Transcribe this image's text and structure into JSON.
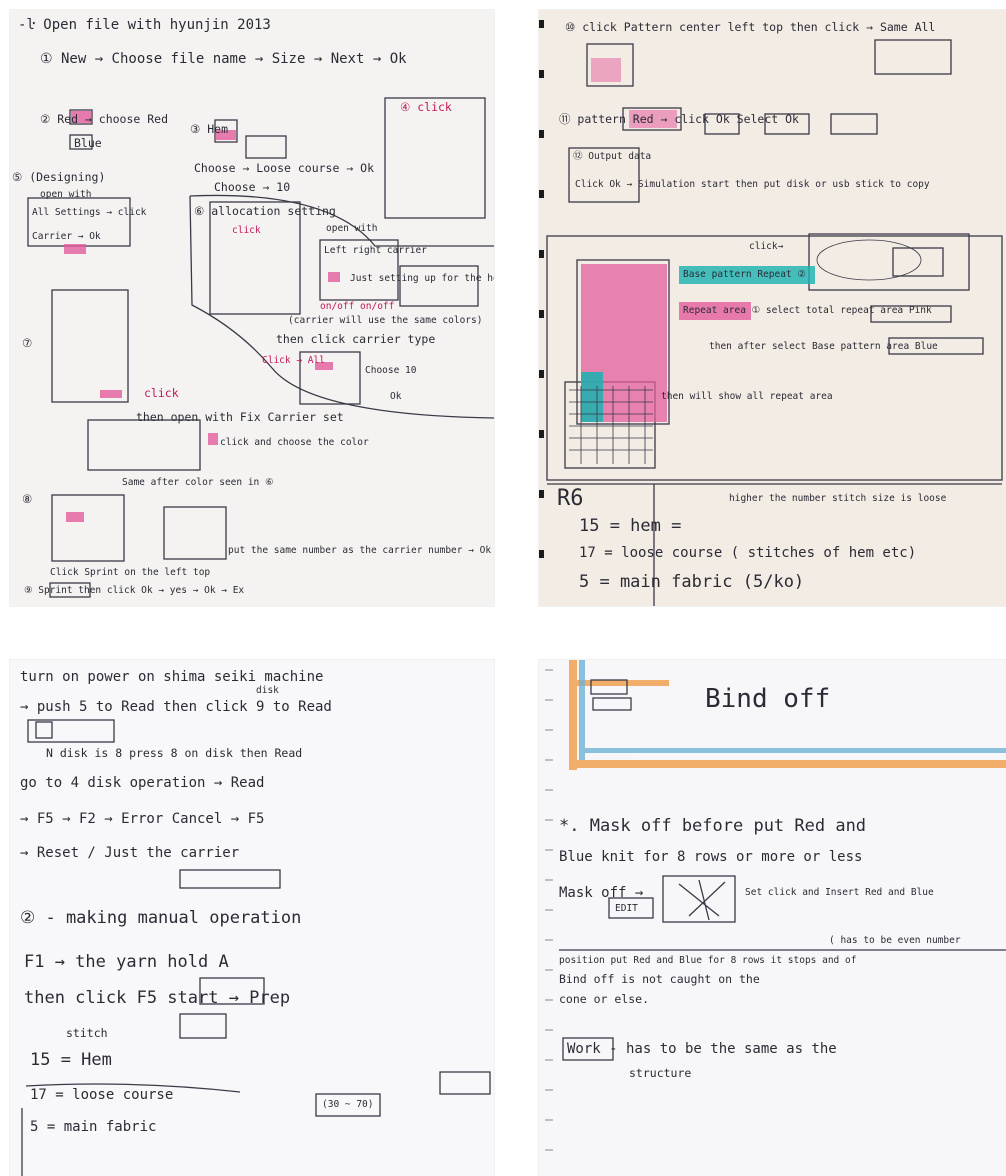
{
  "panels": {
    "top_left": {
      "paper": "#f5f3f1",
      "lines": [
        "-ŀ Open file with hyunjin 2013",
        "① New → Choose file name → Size → Next → Ok",
        "② Red → choose Red",
        "Blue",
        "③ Hem",
        "Choose → Loose course → Ok",
        "Choose → 10",
        "④ click",
        "⑤ (Designing)",
        "open with",
        "All Settings → click",
        "Carrier → Ok",
        "⑥ allocation setting",
        "click",
        "open with",
        "Left   right carrier",
        "Just setting up for the hem",
        "(carrier will use the same colors)",
        "on/off  on/off",
        "then click carrier type",
        "Click → All",
        "Choose 10",
        "Ok",
        "⑦",
        "click",
        "then open with Fix Carrier set",
        "click and choose the color",
        "Same after color seen in ⑥",
        "⑧",
        "put the same number as the carrier number → Ok",
        "Click Sprint on the left top",
        "⑨ Sprint   then click Ok → yes → Ok → Ex"
      ]
    },
    "top_right": {
      "paper": "#f3ece4",
      "lines": [
        "⑩ click Pattern center left top then click → Same All",
        "⑪ pattern Red → click Ok   Select Ok",
        "⑫ Output data",
        "Click Ok → Simulation start then put disk or usb stick to copy",
        "click→",
        "Base pattern Repeat ②",
        "Repeat area ① select total repeat area Pink",
        "then after select Base pattern area Blue",
        "then will show all repeat area",
        "R6",
        "higher the number stitch size is loose",
        "15 = hem =",
        "17 = loose course ( stitches of hem etc)",
        "5 = main fabric (5/ko)"
      ]
    },
    "bottom_left": {
      "paper": "#f8f8fa",
      "lines": [
        "turn on power on shima seiki machine",
        "→ push 5 to Read then click 9 to Read",
        "disk",
        "N disk is 8 press 8 on disk then Read",
        "go to 4 disk operation → Read",
        "→ F5 → F2 → Error Cancel → F5",
        "→ Reset / Just the carrier",
        "② - making manual operation",
        "F1 → the yarn hold A",
        "then click F5 start → Prep",
        "stitch",
        "15 = Hem",
        "17 = loose course",
        "5 = main fabric",
        "(30 ~ 70)"
      ]
    },
    "bottom_right": {
      "paper": "#f7f7f9",
      "lines": [
        "Bind off",
        "*. Mask off before put Red and",
        "Blue knit for 8 rows or more or less",
        "Mask off →",
        "EDIT",
        "Set click and Insert Red and Blue",
        "( has to be even number",
        "position put Red and Blue for 8 rows it stops and of",
        "Bind off  is not caught on the",
        "cone or else.",
        "Work - has to be the same as the",
        "structure"
      ]
    }
  },
  "colors": {
    "ink": "#2b2b36",
    "pink_marker": "#e35d9c",
    "teal_marker": "#19b3b0",
    "orange_tape": "#f0a152",
    "blue_tape": "#6fb3d6"
  }
}
